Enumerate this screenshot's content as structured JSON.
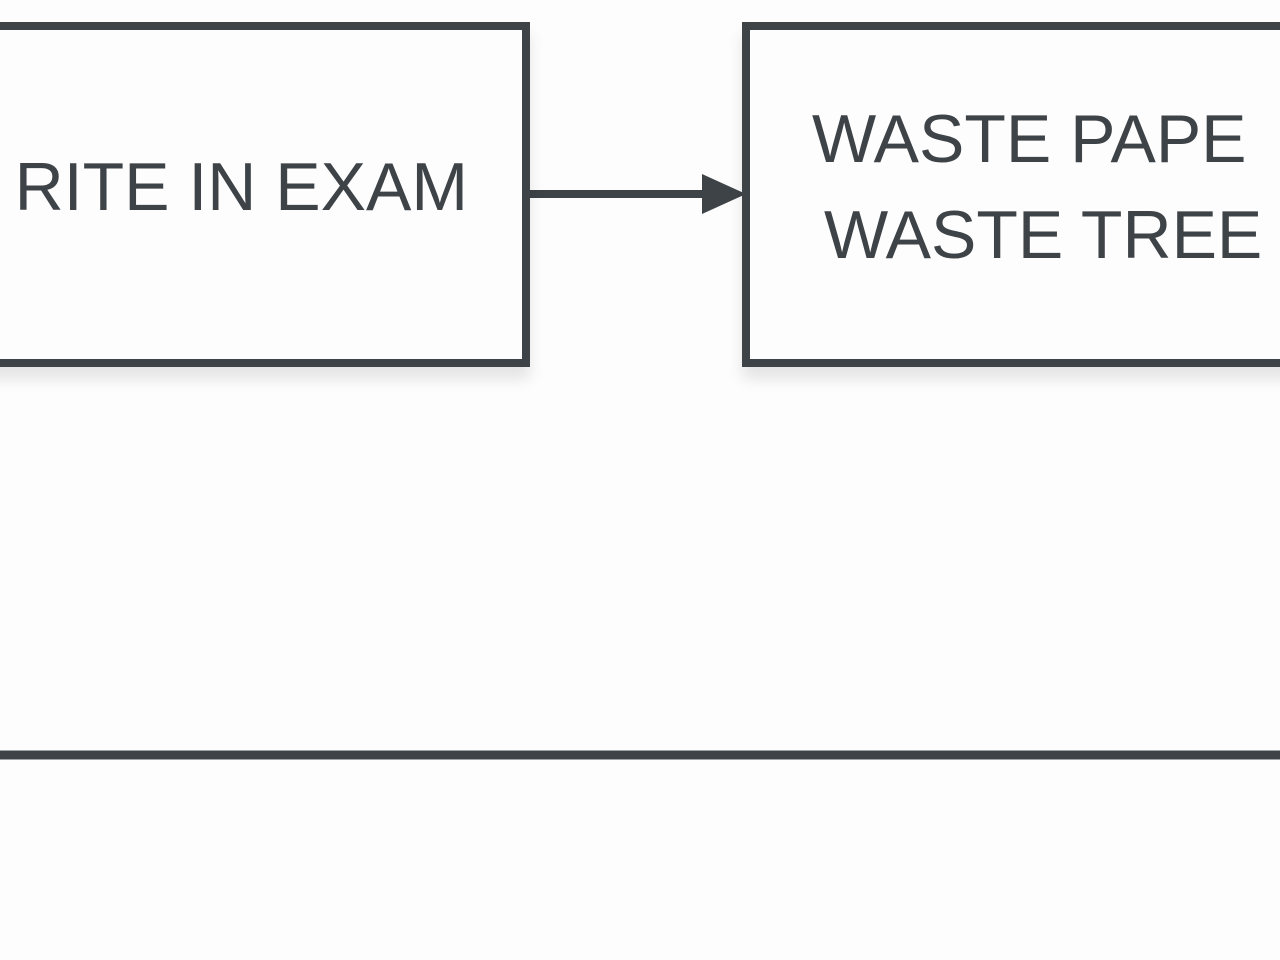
{
  "diagram": {
    "nodes": [
      {
        "id": "left",
        "lines": [
          "RITE IN EXAM"
        ]
      },
      {
        "id": "right",
        "lines": [
          "WASTE PAPE",
          "WASTE TREE"
        ]
      }
    ],
    "edges": [
      {
        "from": "left",
        "to": "right",
        "type": "arrow"
      },
      {
        "type": "line"
      }
    ]
  },
  "colors": {
    "stroke": "#3e4348",
    "text": "#3e4348",
    "background": "#fdfdfd"
  }
}
